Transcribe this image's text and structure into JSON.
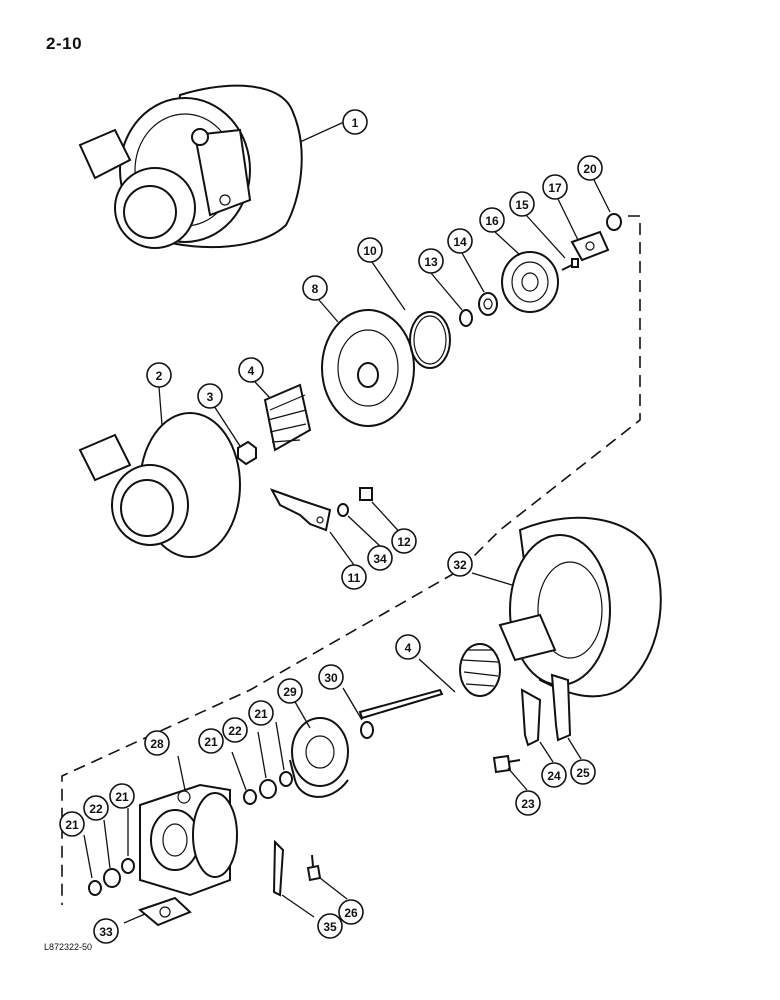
{
  "page": {
    "number": "2-10",
    "figure_code": "L872322-50"
  },
  "callouts": [
    {
      "label": "1"
    },
    {
      "label": "2"
    },
    {
      "label": "3"
    },
    {
      "label": "4"
    },
    {
      "label": "8"
    },
    {
      "label": "10"
    },
    {
      "label": "13"
    },
    {
      "label": "14"
    },
    {
      "label": "16"
    },
    {
      "label": "15"
    },
    {
      "label": "17"
    },
    {
      "label": "20"
    },
    {
      "label": "11"
    },
    {
      "label": "34"
    },
    {
      "label": "12"
    },
    {
      "label": "32"
    },
    {
      "label": "4"
    },
    {
      "label": "30"
    },
    {
      "label": "29"
    },
    {
      "label": "21"
    },
    {
      "label": "22"
    },
    {
      "label": "21"
    },
    {
      "label": "28"
    },
    {
      "label": "21"
    },
    {
      "label": "22"
    },
    {
      "label": "21"
    },
    {
      "label": "33"
    },
    {
      "label": "35"
    },
    {
      "label": "26"
    },
    {
      "label": "23"
    },
    {
      "label": "24"
    },
    {
      "label": "25"
    }
  ]
}
